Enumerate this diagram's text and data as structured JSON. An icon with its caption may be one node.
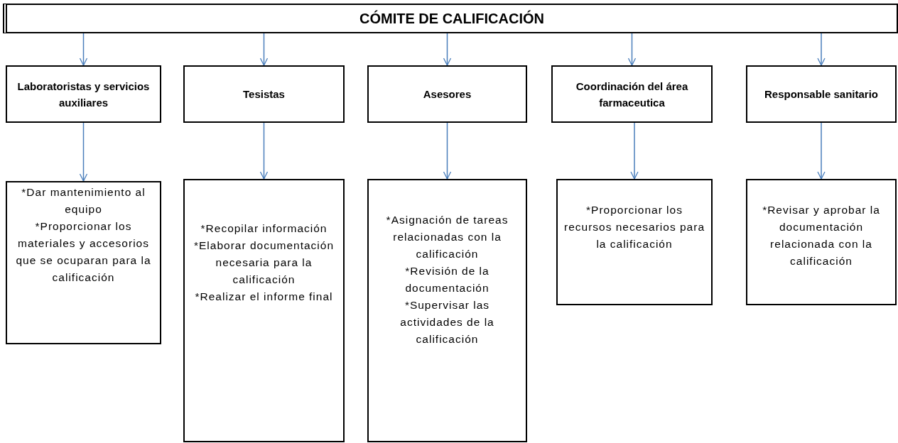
{
  "diagram": {
    "nodes": [
      {
        "text": [
          "CÓMITE DE CALIFICACIÓN"
        ]
      },
      {
        "text": [
          "Laboratoristas y servicios auxiliares"
        ]
      },
      {
        "text": [
          "Tesistas"
        ]
      },
      {
        "text": [
          "Asesores"
        ]
      },
      {
        "text": [
          "Coordinación del área farmaceutica"
        ]
      },
      {
        "text": [
          "Responsable sanitario"
        ]
      },
      {
        "text": [
          "*Dar mantenimiento al equipo",
          "*Proporcionar los materiales y accesorios que se ocuparan para la calificación"
        ]
      },
      {
        "text": [
          "*Recopilar información",
          "*Elaborar documentación necesaria para la calificación",
          "*Realizar el informe final"
        ]
      },
      {
        "text": [
          "*Asignación de tareas relacionadas con la calificación",
          "*Revisión de la documentación",
          "*Supervisar las actividades de la calificación"
        ]
      },
      {
        "text": [
          "*Proporcionar los recursos necesarios para la calificación"
        ]
      },
      {
        "text": [
          "*Revisar y aprobar la documentación relacionada con la calificación"
        ]
      }
    ],
    "edges": [
      {
        "from": 0,
        "to": 1,
        "arrow": "to"
      },
      {
        "from": 0,
        "to": 2,
        "arrow": "to"
      },
      {
        "from": 0,
        "to": 3,
        "arrow": "to"
      },
      {
        "from": 0,
        "to": 4,
        "arrow": "to"
      },
      {
        "from": 0,
        "to": 5,
        "arrow": "to"
      },
      {
        "from": 1,
        "to": 6,
        "arrow": "to"
      },
      {
        "from": 2,
        "to": 7,
        "arrow": "to"
      },
      {
        "from": 3,
        "to": 8,
        "arrow": "to"
      },
      {
        "from": 4,
        "to": 9,
        "arrow": "to"
      },
      {
        "from": 5,
        "to": 10,
        "arrow": "to"
      }
    ]
  }
}
